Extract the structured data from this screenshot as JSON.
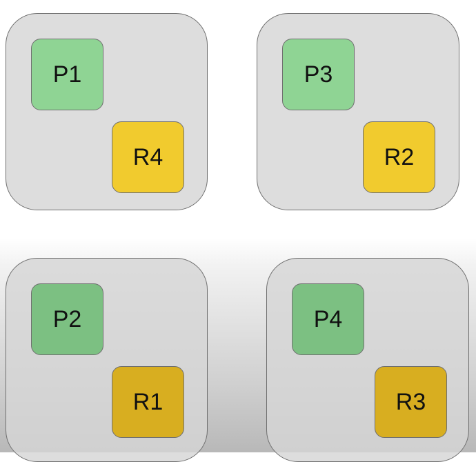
{
  "nodes": [
    {
      "process": "P1",
      "resource": "R4"
    },
    {
      "process": "P3",
      "resource": "R2"
    },
    {
      "process": "P2",
      "resource": "R1"
    },
    {
      "process": "P4",
      "resource": "R3"
    }
  ],
  "colors": {
    "node_fill": "#d6d6d6",
    "process_fill": "#8fd494",
    "resource_fill": "#f1cb2e",
    "border": "#6e6e6e"
  }
}
